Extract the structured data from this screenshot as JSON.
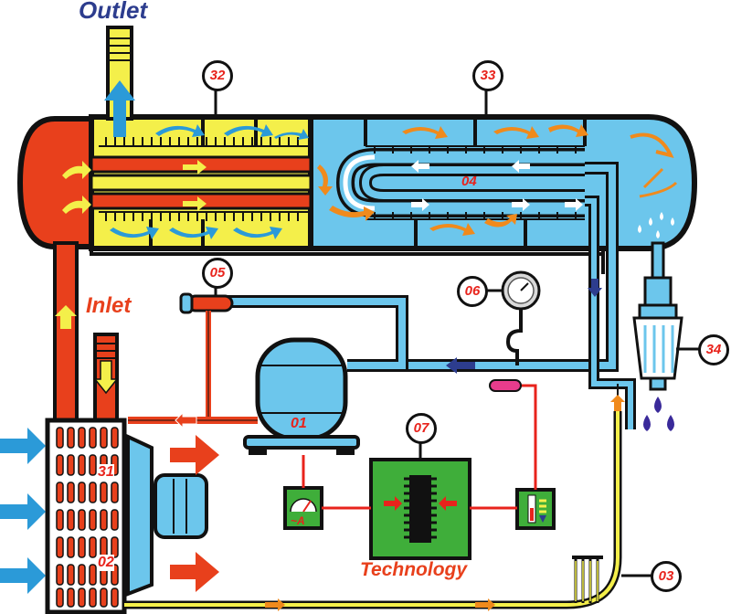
{
  "labels": {
    "outlet": "Outlet",
    "inlet": "Inlet",
    "technology": "Technology",
    "gauge_unit": "~A"
  },
  "callouts": {
    "c01": "01",
    "c02": "02",
    "c03": "03",
    "c04": "04",
    "c05": "05",
    "c06": "06",
    "c07": "07",
    "c31": "31",
    "c32": "32",
    "c33": "33",
    "c34": "34"
  },
  "colors": {
    "hot": "#e8401c",
    "cold": "#6cc6ec",
    "warm": "#f4ef4a",
    "outline": "#111111",
    "control_green": "#3fae3a",
    "arrow_blue": "#2b9ad8",
    "arrow_orange": "#f08a1c",
    "arrow_navy": "#2d3d8e",
    "wire_red": "#e8231c",
    "drop_navy": "#3a2a9a"
  }
}
